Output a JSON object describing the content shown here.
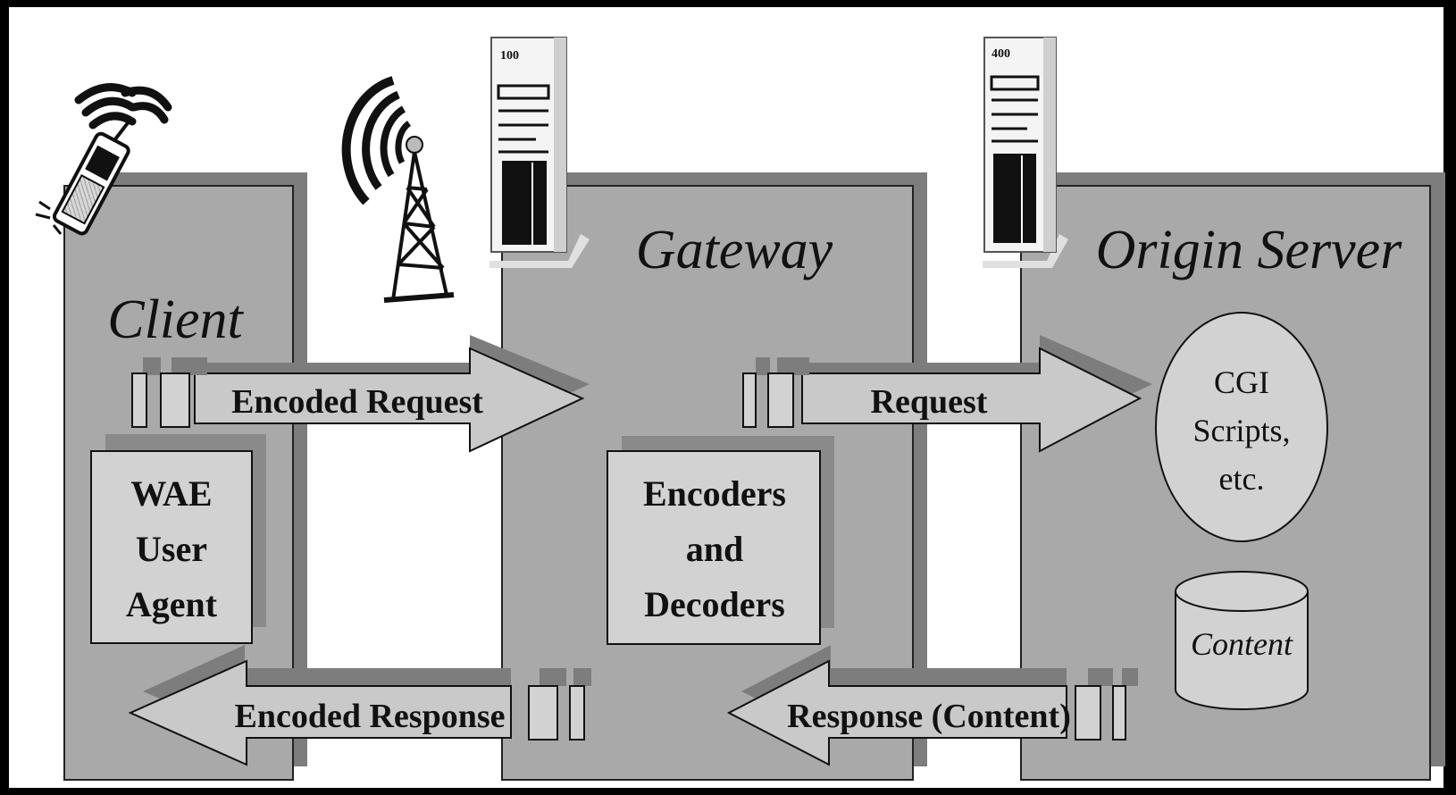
{
  "client": {
    "title": "Client",
    "user_agent": [
      "WAE",
      "User",
      "Agent"
    ]
  },
  "gateway": {
    "title": "Gateway",
    "codec": [
      "Encoders",
      "and",
      "Decoders"
    ]
  },
  "origin_server": {
    "title": "Origin Server",
    "cgi": [
      "CGI",
      "Scripts,",
      "etc."
    ],
    "content": "Content"
  },
  "arrows": {
    "encoded_request": "Encoded Request",
    "request": "Request",
    "encoded_response": "Encoded Response",
    "response": "Response (Content)"
  },
  "server_labels": {
    "gateway_server": "100",
    "origin_server": "400"
  },
  "colors": {
    "panel": "#a9a9a9",
    "panel_shadow": "#7d7d7d",
    "inner_box": "#d2d2d2",
    "arrow": "#c9c9c9",
    "background": "#ffffff",
    "frame": "#000000"
  }
}
